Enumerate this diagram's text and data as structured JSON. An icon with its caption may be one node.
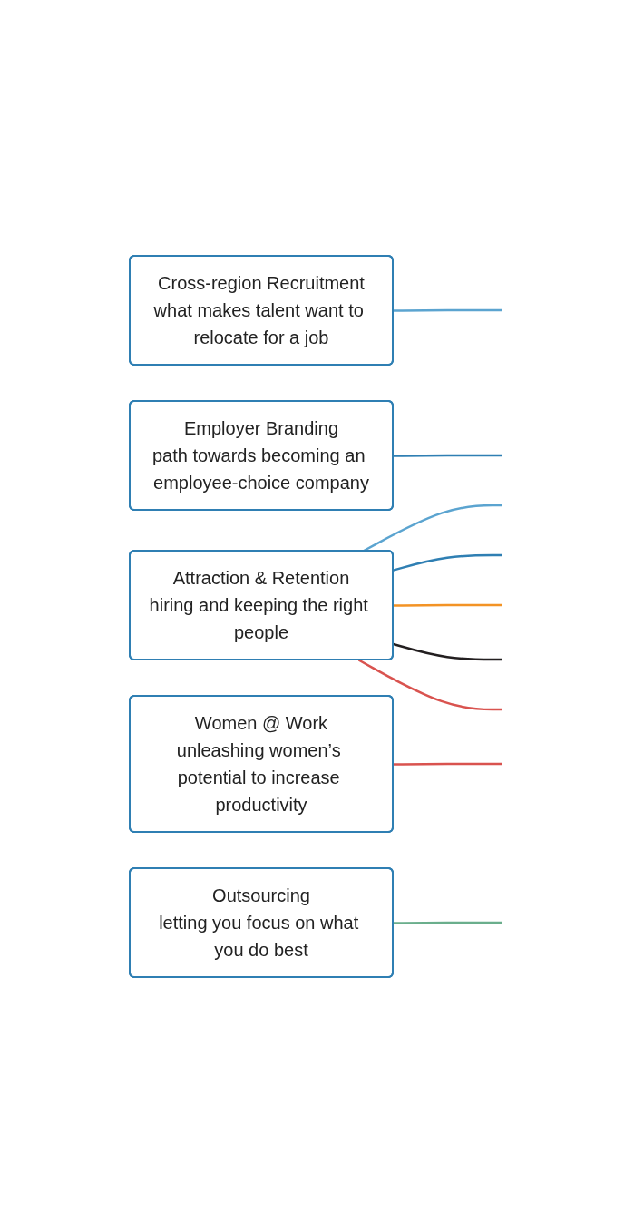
{
  "diagram": {
    "nodes": [
      {
        "text": [
          "Cross-region Recruitment",
          "what makes talent want to relocate for a job"
        ]
      },
      {
        "text": [
          "Employer Branding",
          "path towards becoming an employee-choice company"
        ]
      },
      {
        "text": [
          "Attraction & Retention",
          "hiring and keeping the right people"
        ]
      },
      {
        "text": [
          "Women @ Work",
          "unleashing women’s potential to increase productivity"
        ]
      },
      {
        "text": [
          "Outsourcing",
          "letting you focus on what you do best"
        ]
      }
    ],
    "edges": [
      {
        "from": 0,
        "to": null,
        "arrow": "none",
        "color": "#5ba4d0"
      },
      {
        "from": 2,
        "to": null,
        "arrow": "none",
        "color": "#5ba4d0"
      },
      {
        "from": 1,
        "to": null,
        "arrow": "none",
        "color": "#2f7fb3"
      },
      {
        "from": 2,
        "to": null,
        "arrow": "none",
        "color": "#2f7fb3"
      },
      {
        "from": 2,
        "to": null,
        "arrow": "none",
        "color": "#f39325"
      },
      {
        "from": 2,
        "to": null,
        "arrow": "none",
        "color": "#231f20"
      },
      {
        "from": 2,
        "to": null,
        "arrow": "none",
        "color": "#d9534f"
      },
      {
        "from": 3,
        "to": null,
        "arrow": "none",
        "color": "#d9534f"
      },
      {
        "from": 4,
        "to": null,
        "arrow": "none",
        "color": "#6aae8c"
      }
    ]
  }
}
